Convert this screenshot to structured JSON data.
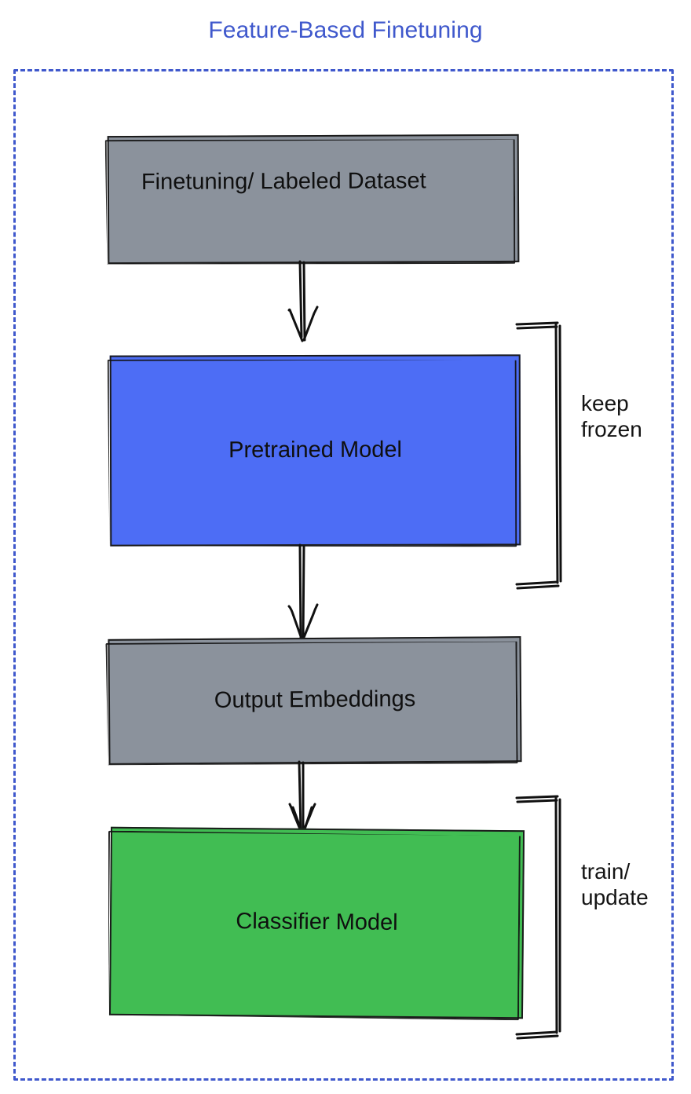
{
  "title": "Feature-Based Finetuning",
  "colors": {
    "title_blue": "#3f58cc",
    "frame_dashed_blue": "#3f58cc",
    "gray_box": "#8b929c",
    "blue_box": "#4d6df5",
    "green_box": "#41bd53",
    "stroke_black": "#111111",
    "background": "#ffffff"
  },
  "nodes": [
    {
      "id": "dataset",
      "label": "Finetuning/ Labeled Dataset",
      "fill": "#8b929c"
    },
    {
      "id": "pretrained",
      "label": "Pretrained Model",
      "fill": "#4d6df5"
    },
    {
      "id": "embeddings",
      "label": "Output Embeddings",
      "fill": "#8b929c"
    },
    {
      "id": "classifier",
      "label": "Classifier Model",
      "fill": "#41bd53"
    }
  ],
  "annotations": [
    {
      "id": "keep-frozen",
      "label": "keep\nfrozen",
      "targets": "pretrained"
    },
    {
      "id": "train-update",
      "label": "train/\nupdate",
      "targets": "classifier"
    }
  ],
  "edges": [
    {
      "from": "dataset",
      "to": "pretrained",
      "style": "arrow-down"
    },
    {
      "from": "pretrained",
      "to": "embeddings",
      "style": "arrow-down"
    },
    {
      "from": "embeddings",
      "to": "classifier",
      "style": "arrow-down"
    }
  ],
  "chart_data": {
    "type": "diagram",
    "title": "Feature-Based Finetuning",
    "flow": [
      "Finetuning/ Labeled Dataset",
      "Pretrained Model",
      "Output Embeddings",
      "Classifier Model"
    ],
    "groupings": [
      {
        "label": "keep frozen",
        "covers": [
          "Pretrained Model"
        ]
      },
      {
        "label": "train/update",
        "covers": [
          "Classifier Model"
        ]
      }
    ]
  }
}
